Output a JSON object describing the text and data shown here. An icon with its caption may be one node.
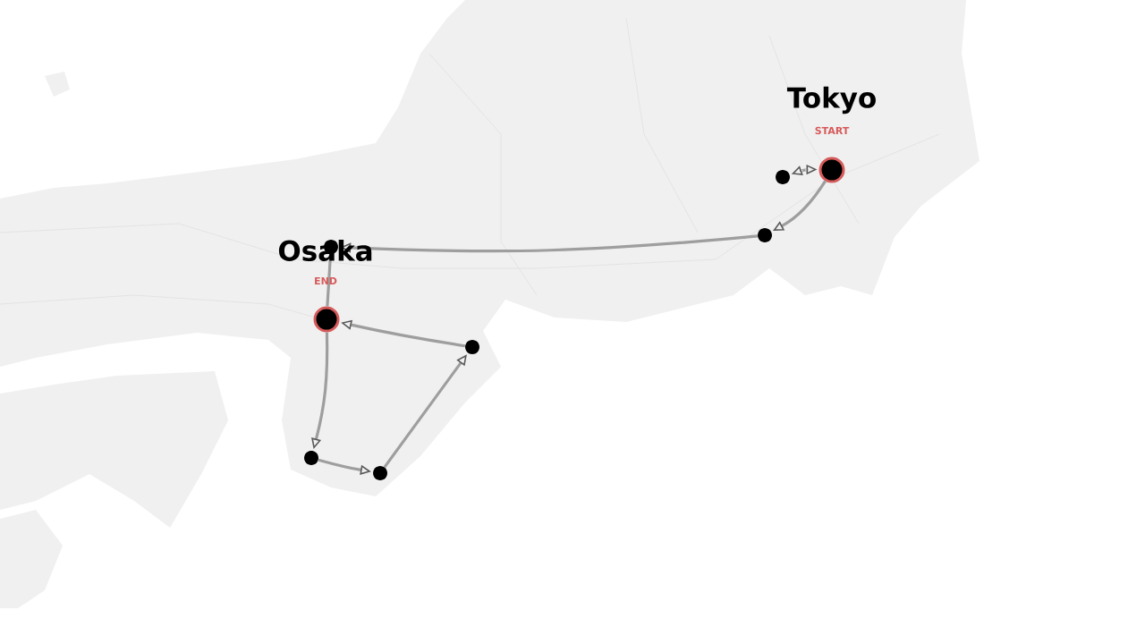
{
  "diagram": {
    "nodes": [
      {
        "text": [],
        "shape": "circle",
        "beside": [
          "Tokyo",
          "START"
        ]
      },
      {
        "text": [],
        "shape": "circle"
      },
      {
        "text": [],
        "shape": "circle"
      },
      {
        "text": [],
        "shape": "circle"
      },
      {
        "text": [],
        "shape": "circle",
        "beside": [
          "Osaka",
          "END"
        ]
      },
      {
        "text": [],
        "shape": "circle"
      },
      {
        "text": [],
        "shape": "circle"
      },
      {
        "text": [],
        "shape": "circle"
      }
    ],
    "edges": [
      {
        "from": 1,
        "to": 0,
        "arrow": "both"
      },
      {
        "from": 0,
        "to": 2,
        "arrow": "to"
      },
      {
        "from": 2,
        "to": 3,
        "arrow": "to"
      },
      {
        "from": 3,
        "to": 4,
        "arrow": "none"
      },
      {
        "from": 4,
        "to": 5,
        "arrow": "to"
      },
      {
        "from": 5,
        "to": 6,
        "arrow": "to"
      },
      {
        "from": 6,
        "to": 7,
        "arrow": "to"
      },
      {
        "from": 7,
        "to": 4,
        "arrow": "to"
      }
    ]
  }
}
